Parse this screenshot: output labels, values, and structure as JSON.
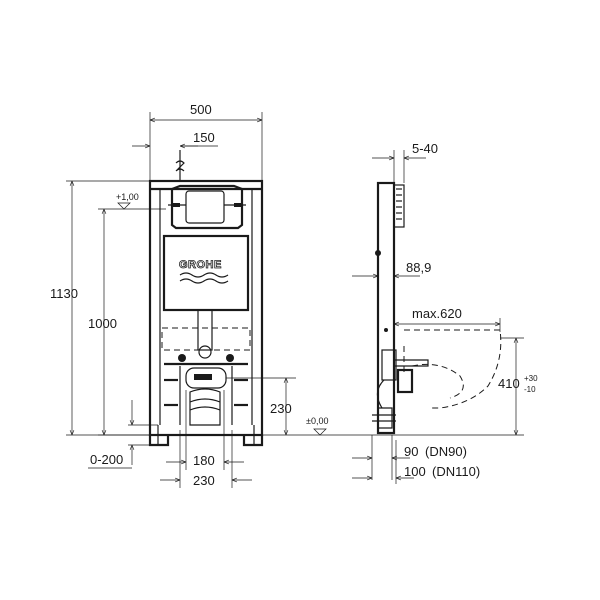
{
  "brand": "GROHE",
  "front_view": {
    "width": "500",
    "top_offset": "150",
    "height_total": "1130",
    "height_actuator": "1000",
    "level_top": "+1,00",
    "drain_height": "230",
    "foot_adjust": "0-200",
    "bolt_spacing_inner": "180",
    "bolt_spacing_outer": "230"
  },
  "side_view": {
    "depth_adjust": "5-40",
    "pipe_diameter": "88,9",
    "bowl_projection": "max.620",
    "floor_level": "±0,00",
    "bowl_height": "410",
    "bowl_height_tol_plus": "+30",
    "bowl_height_tol_minus": "-10",
    "drain_90": "90",
    "drain_90_label": "(DN90)",
    "drain_100": "100",
    "drain_100_label": "(DN110)"
  }
}
